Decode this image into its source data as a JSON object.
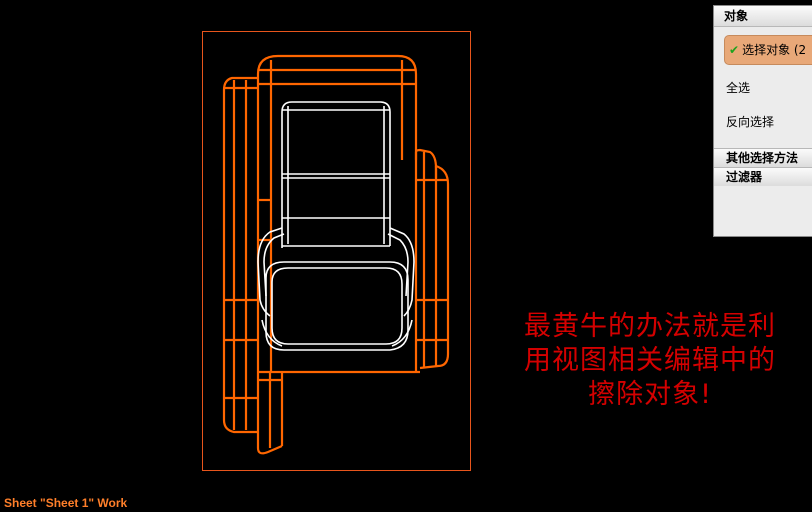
{
  "annotation": {
    "line1": "最黄牛的办法就是利",
    "line2": "用视图相关编辑中的",
    "line3": "擦除对象!"
  },
  "status_bar": {
    "text": "Sheet \"Sheet 1\" Work"
  },
  "panel": {
    "header": "对象",
    "options": [
      {
        "label": "选择对象 (2",
        "selected": true
      },
      {
        "label": "全选",
        "selected": false
      },
      {
        "label": "反向选择",
        "selected": false
      }
    ],
    "sections": [
      "其他选择方法",
      "过滤器"
    ]
  },
  "colors": {
    "background": "#000000",
    "orange_geometry": "#ff6600",
    "white_geometry": "#ffffff",
    "annotation_text": "#d40000",
    "status_text": "#ff7f2a",
    "selected_option": "#e8a878"
  },
  "icons": {
    "selected_option_marker": "check-icon"
  }
}
